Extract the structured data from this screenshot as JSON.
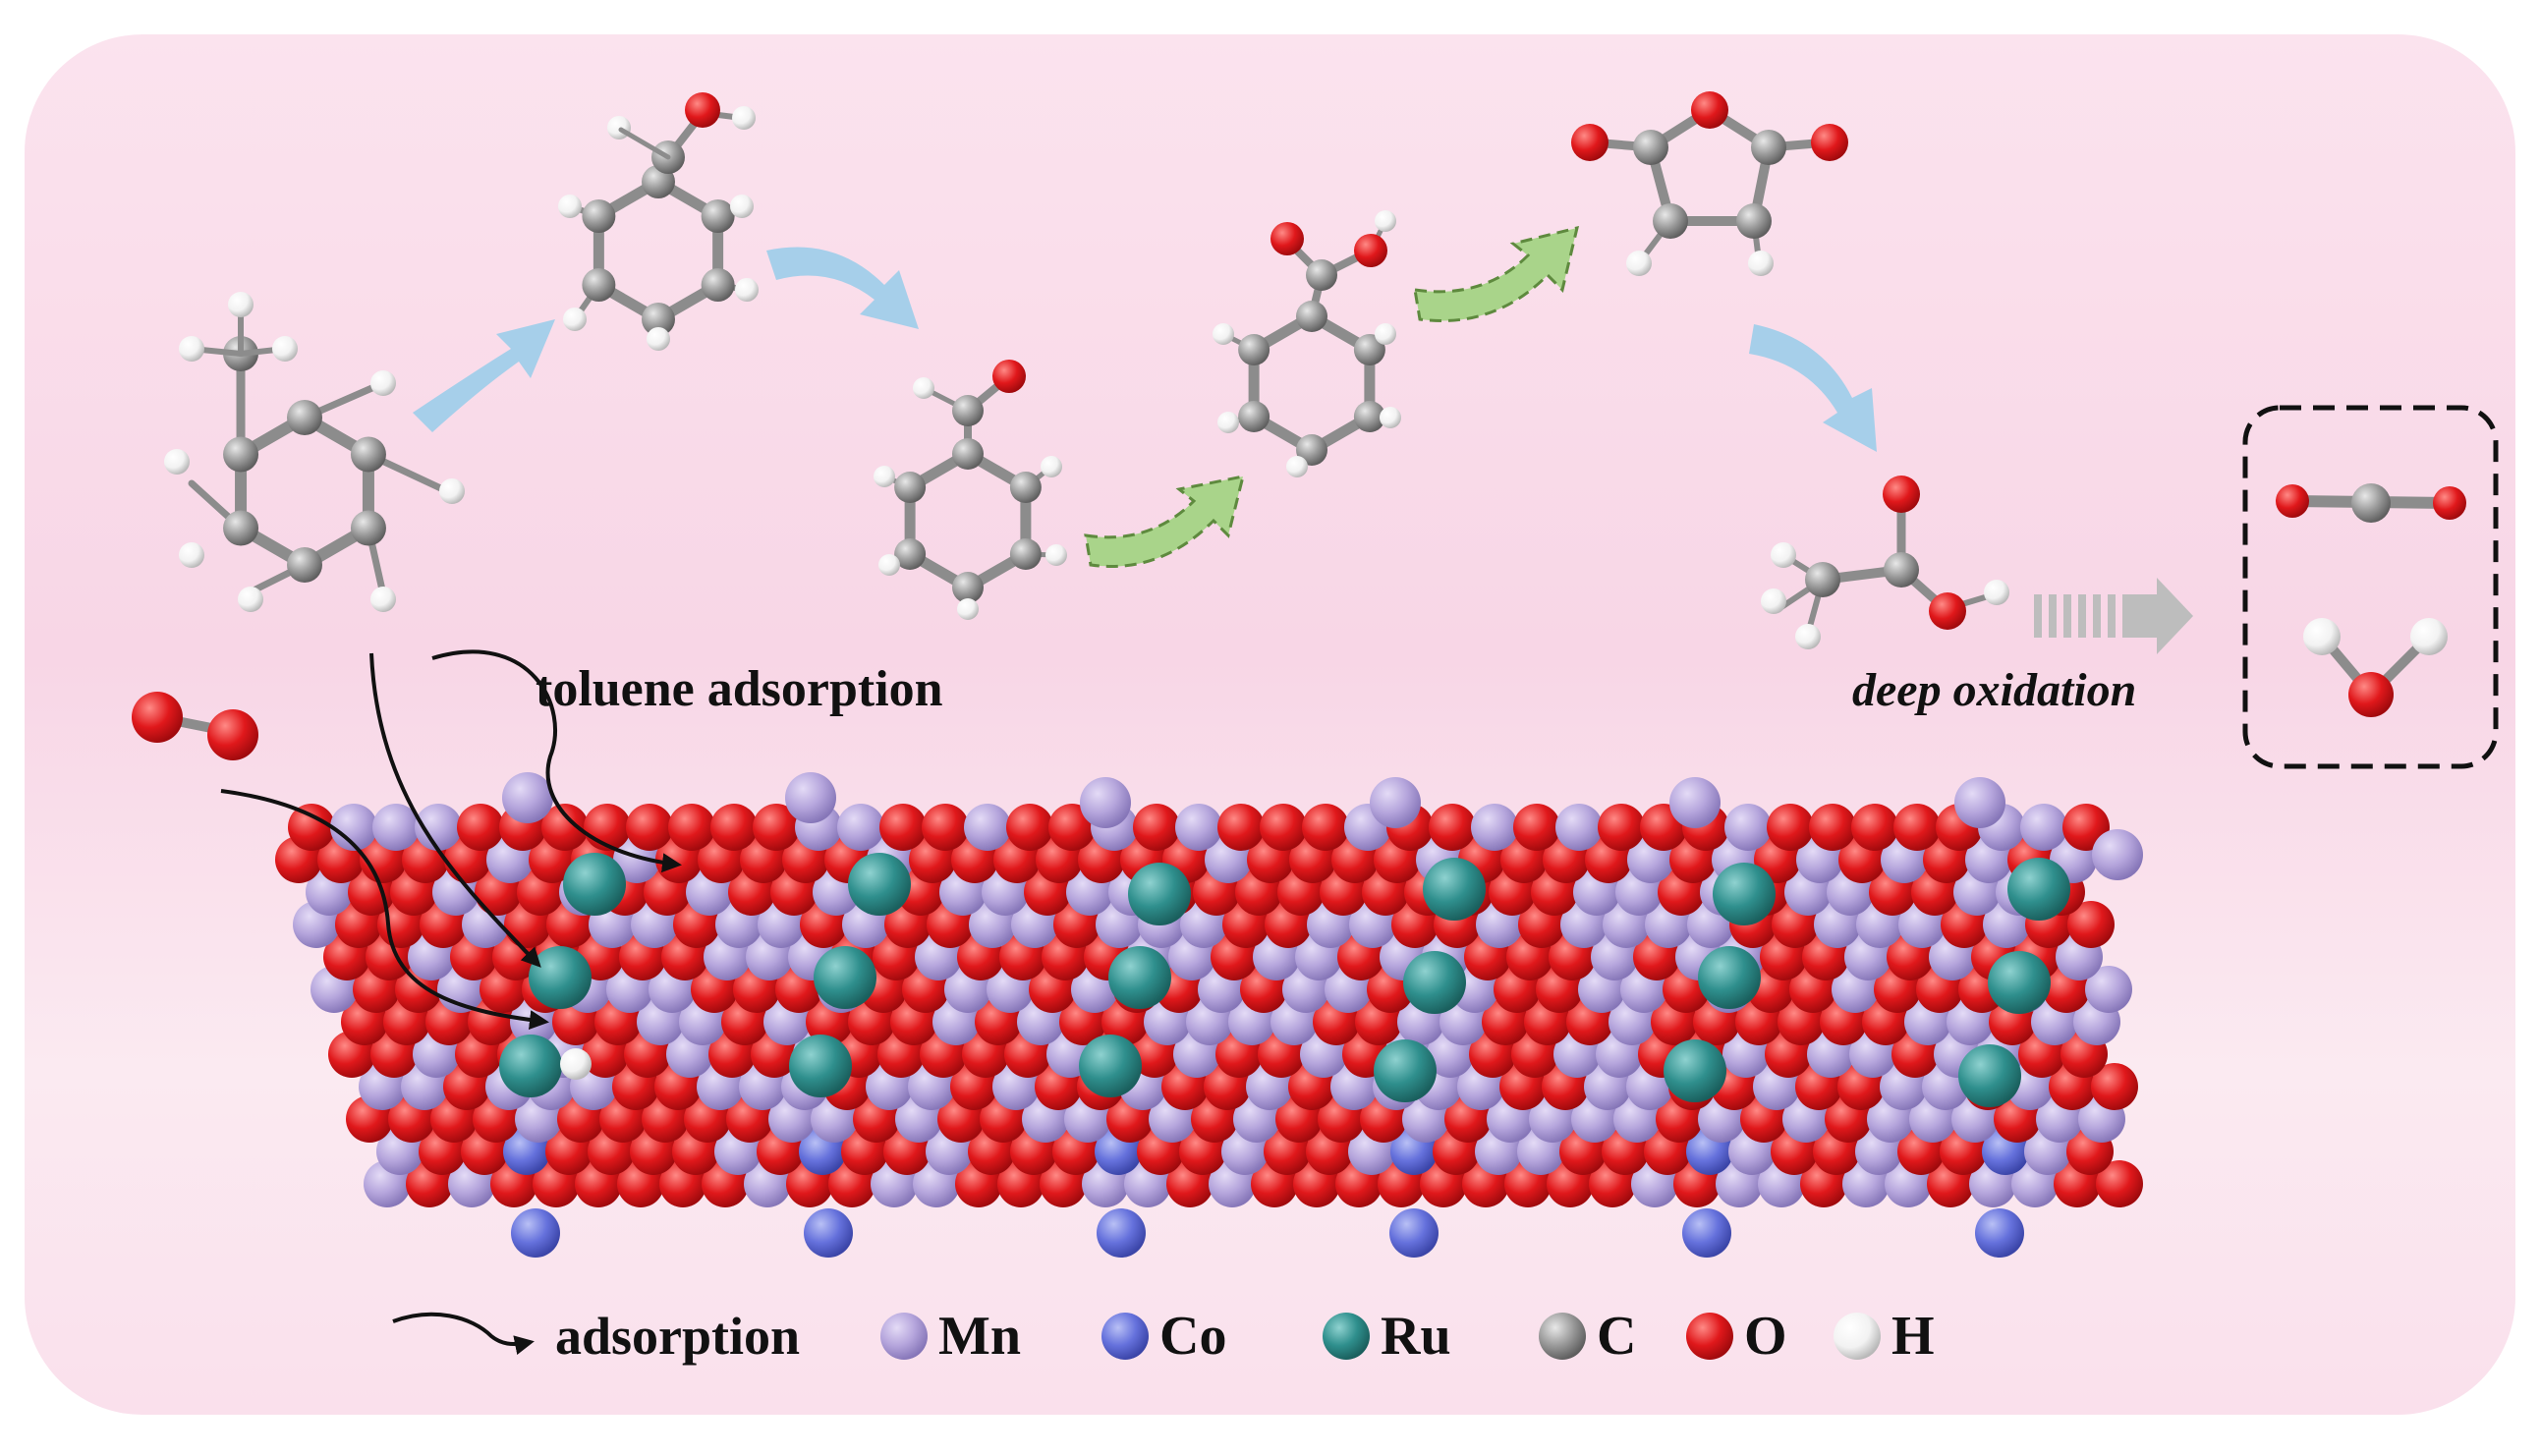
{
  "labels": {
    "toluene_adsorption": "toluene adsorption",
    "deep_oxidation": "deep oxidation"
  },
  "legend": {
    "arrow_label": "adsorption",
    "items": [
      {
        "symbol": "Mn",
        "color": "#B5A5DC"
      },
      {
        "symbol": "Co",
        "color": "#6571DC"
      },
      {
        "symbol": "Ru",
        "color": "#2F8F8D"
      },
      {
        "symbol": "C",
        "color": "#9A9A9A"
      },
      {
        "symbol": "O",
        "color": "#E0181B"
      },
      {
        "symbol": "H",
        "color": "#F2F2F2"
      }
    ]
  },
  "colors": {
    "background_pink": "#F8D8E8",
    "blue_arrow": "#A6CFEA",
    "green_arrow": "#A9D48A",
    "gray_arrow": "#BDBDBD"
  }
}
